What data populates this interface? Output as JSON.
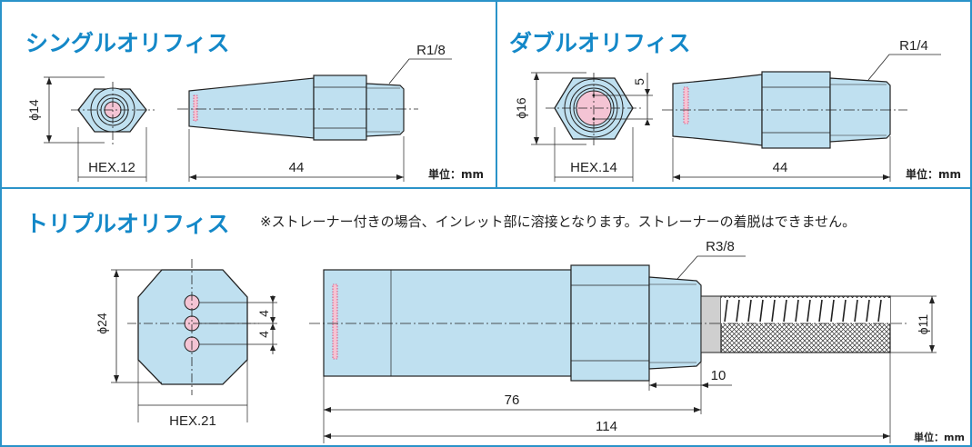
{
  "colors": {
    "accent": "#1488c8",
    "part_fill": "#bfe0f0",
    "orifice_fill": "#f4c4d4",
    "line": "#222222"
  },
  "single": {
    "title": "シングルオリフィス",
    "dia": "ϕ14",
    "hex": "HEX.12",
    "length": "44",
    "thread": "R1/8",
    "unit": "単位：mm"
  },
  "double": {
    "title": "ダブルオリフィス",
    "dia": "ϕ16",
    "hex": "HEX.14",
    "length": "44",
    "thread": "R1/4",
    "offset": "5",
    "unit": "単位：mm"
  },
  "triple": {
    "title": "トリプルオリフィス",
    "note": "※ストレーナー付きの場合、インレット部に溶接となります。ストレーナーの着脱はできません。",
    "dia": "ϕ24",
    "hex": "HEX.21",
    "pitch1": "4",
    "pitch2": "4",
    "thread": "R3/8",
    "strainer_dia": "ϕ11",
    "len_76": "76",
    "len_10": "10",
    "len_114": "114",
    "unit": "単位：mm"
  }
}
